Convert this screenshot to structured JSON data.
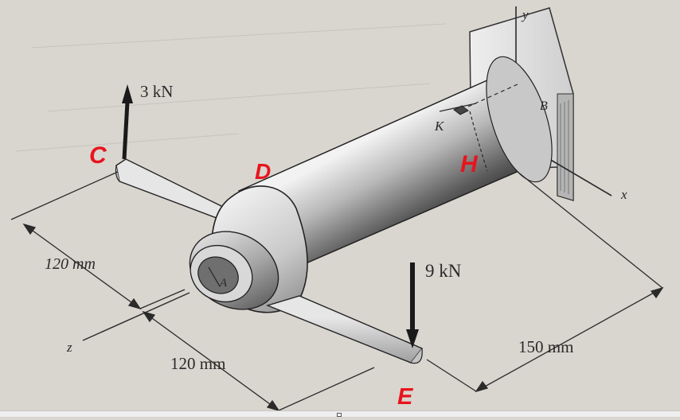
{
  "labels": {
    "force_c": "3 kN",
    "force_e": "9 kN",
    "dim_120_left": "120 mm",
    "dim_120_bottom": "120 mm",
    "dim_150": "150 mm",
    "point_a": "A",
    "point_b": "B",
    "point_k": "K",
    "axis_x": "x",
    "axis_y": "y",
    "axis_z": "z",
    "red_c": "C",
    "red_d": "D",
    "red_h": "H",
    "red_e": "E"
  },
  "colors": {
    "background": "#d9d5cf",
    "ink": "#2a2a2a",
    "shaft_light": "#ededed",
    "shaft_dark": "#3c3c3c",
    "annotation_red": "#e8141c"
  }
}
